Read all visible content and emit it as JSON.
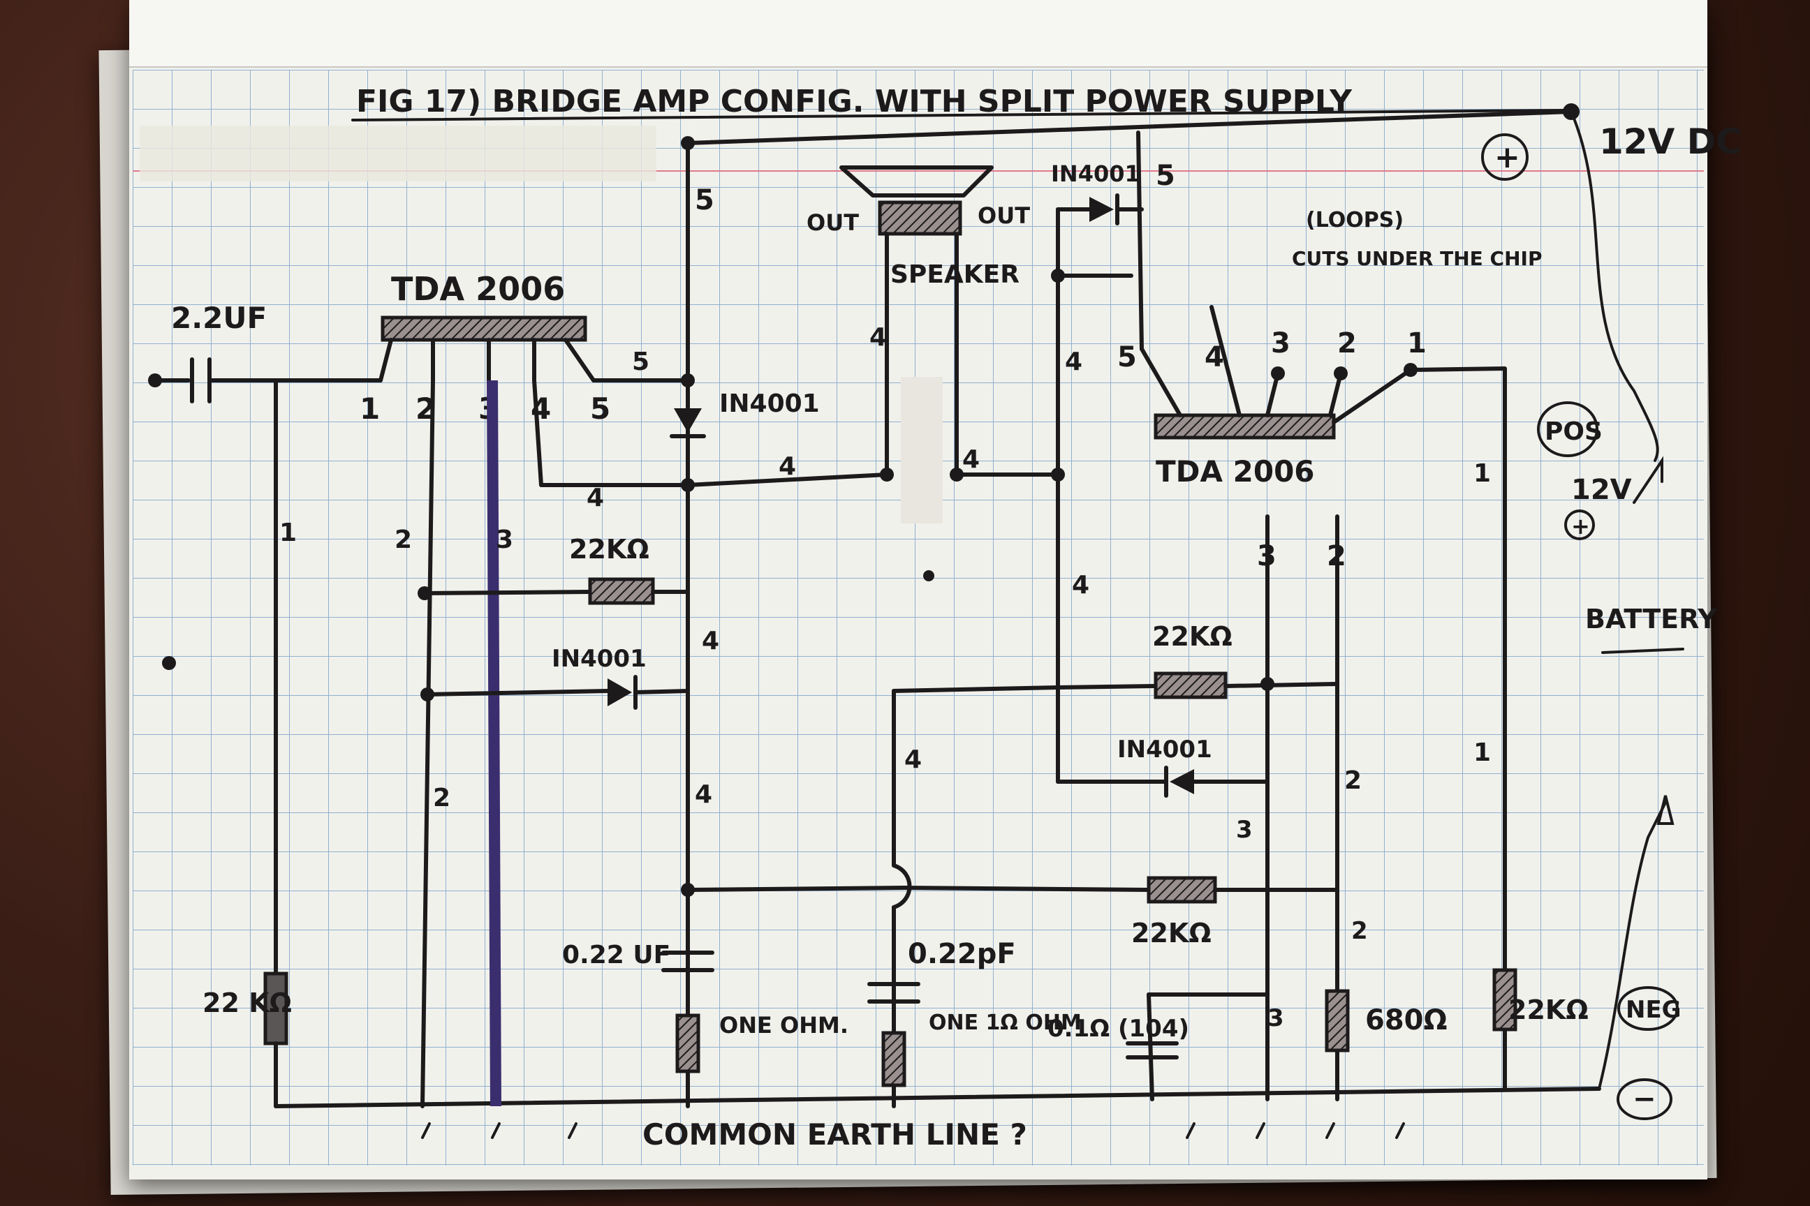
{
  "title": "FIG 17) BRIDGE AMP CONFIG. WITH SPLIT POWER SUPPLY",
  "power": {
    "supply": "12V DC",
    "plus_symbol": "+",
    "minus_symbol": "−",
    "pos_label": "POS",
    "v12_label": "12V",
    "battery_label": "BATTERY",
    "neg_label": "NEG"
  },
  "input_cap": "2.2UF",
  "chip_left": "TDA 2006",
  "chip_right": "TDA 2006",
  "left_pins": [
    "1",
    "2",
    "3",
    "4",
    "5"
  ],
  "right_pins": [
    "5",
    "4",
    "3",
    "2",
    "1"
  ],
  "speaker": {
    "label": "SPEAKER",
    "out_left": "OUT",
    "out_right": "OUT"
  },
  "notes": {
    "loops": "(LOOPS)",
    "cuts": "CUTS UNDER THE CHIP"
  },
  "components": {
    "diode": "IN4001",
    "res_22k": "22KΩ",
    "res_22k_left": "22 KΩ",
    "res_22k_right": "22KΩ",
    "res_680": "680Ω",
    "cap_022_left": "0.22 UF",
    "cap_022_mid": "0.22pF",
    "one_ohm_left": "ONE OHM.",
    "one_ohm_mid": "ONE 1Ω OHM",
    "cap_01": "0.1Ω (104)"
  },
  "wire_numbers": {
    "n1": "1",
    "n2": "2",
    "n3": "3",
    "n4": "4",
    "n5": "5"
  },
  "earth_label": "COMMON EARTH LINE ?"
}
